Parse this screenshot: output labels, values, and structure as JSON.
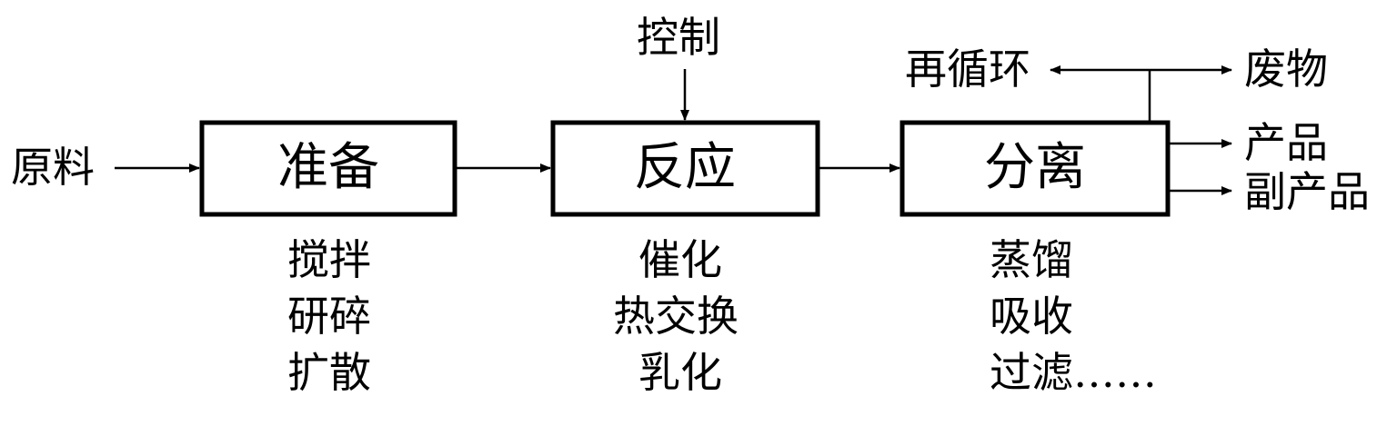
{
  "diagram": {
    "type": "process-flow",
    "input": "原料",
    "control": "控制",
    "stages": [
      {
        "label": "准备",
        "operations": [
          "搅拌",
          "研碎",
          "扩散"
        ]
      },
      {
        "label": "反应",
        "operations": [
          "催化",
          "热交换",
          "乳化"
        ]
      },
      {
        "label": "分离",
        "operations": [
          "蒸馏",
          "吸收",
          "过滤……"
        ]
      }
    ],
    "outputs": {
      "recycle": "再循环",
      "waste": "废物",
      "product": "产品",
      "byproduct": "副产品"
    },
    "edges": [
      {
        "from": "原料",
        "to": "准备"
      },
      {
        "from": "准备",
        "to": "反应"
      },
      {
        "from": "控制",
        "to": "反应"
      },
      {
        "from": "反应",
        "to": "分离"
      },
      {
        "from": "分离",
        "to": "再循环"
      },
      {
        "from": "分离",
        "to": "废物"
      },
      {
        "from": "分离",
        "to": "产品"
      },
      {
        "from": "分离",
        "to": "副产品"
      }
    ],
    "colors": {
      "stroke": "#000000",
      "background": "#ffffff"
    }
  }
}
